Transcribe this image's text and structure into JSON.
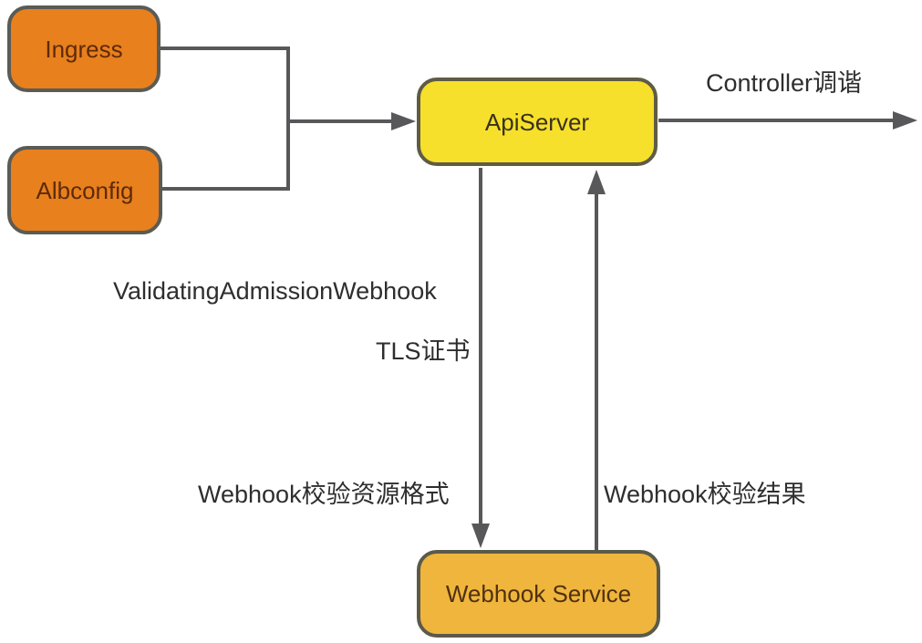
{
  "diagram": {
    "nodes": {
      "ingress": {
        "label": "Ingress",
        "fill": "#E8801E",
        "text_color": "#5E2A09"
      },
      "albconfig": {
        "label": "Albconfig",
        "fill": "#E8801E",
        "text_color": "#5E2A09"
      },
      "apiserver": {
        "label": "ApiServer",
        "fill": "#F7E02B",
        "text_color": "#38321D"
      },
      "webhook_service": {
        "label": "Webhook Service",
        "fill": "#F0B53D",
        "text_color": "#4F3110"
      }
    },
    "edge_labels": {
      "controller_reconcile": "Controller调谐",
      "validating_admission_webhook": "ValidatingAdmissionWebhook",
      "tls_certificate": "TLS证书",
      "webhook_validate_resource_format": "Webhook校验资源格式",
      "webhook_validate_result": "Webhook校验结果"
    },
    "colors": {
      "background": "#FFFFFF",
      "connector": "#58585A",
      "node_border": "#5B5B55",
      "label_text": "#2E2E2E"
    }
  }
}
